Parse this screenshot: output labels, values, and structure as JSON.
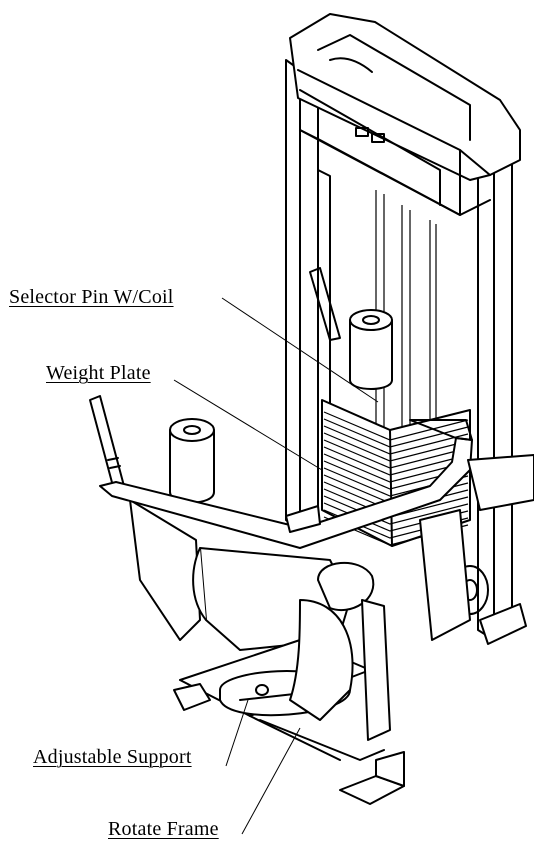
{
  "diagram": {
    "labels": {
      "selector_pin": "Selector Pin W/Coil",
      "weight_plate": "Weight Plate",
      "adjustable_support": "Adjustable Support",
      "rotate_frame": "Rotate Frame"
    },
    "colors": {
      "line": "#000000",
      "background": "#ffffff"
    }
  }
}
